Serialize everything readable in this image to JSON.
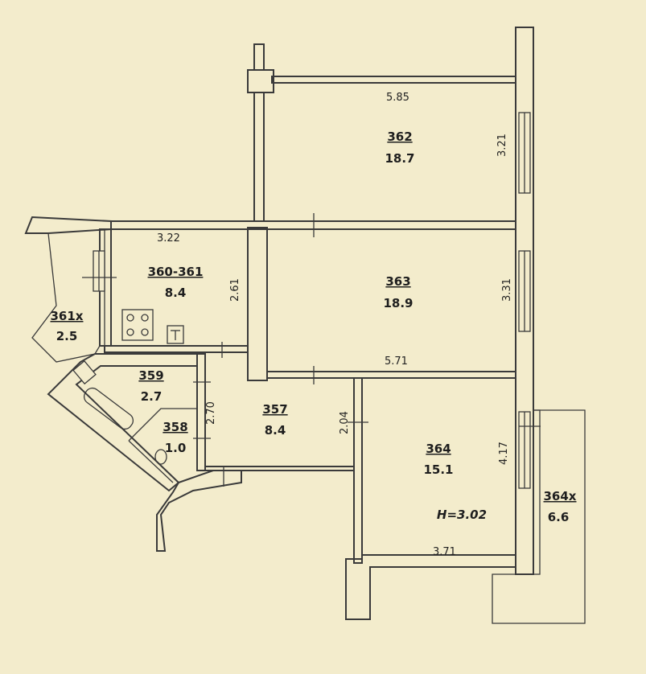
{
  "rooms": [
    {
      "number": "362",
      "area": "18.7"
    },
    {
      "number": "363",
      "area": "18.9"
    },
    {
      "number": "360-361",
      "area": "8.4"
    },
    {
      "number": "361х",
      "area": "2.5"
    },
    {
      "number": "359",
      "area": "2.7"
    },
    {
      "number": "358",
      "area": "1.0"
    },
    {
      "number": "357",
      "area": "8.4"
    },
    {
      "number": "364",
      "area": "15.1"
    },
    {
      "number": "364х",
      "area": "6.6"
    }
  ],
  "dimensions": {
    "d362_width": "5.85",
    "d362_depth": "3.21",
    "d360_width": "3.22",
    "d360_depth": "2.61",
    "d363_depth": "3.31",
    "d363_width": "5.71",
    "d357_side": "2.70",
    "d357_door": "2.04",
    "d364_depth": "4.17",
    "d364_width": "3.71"
  },
  "ceiling_height": "H=3.02"
}
